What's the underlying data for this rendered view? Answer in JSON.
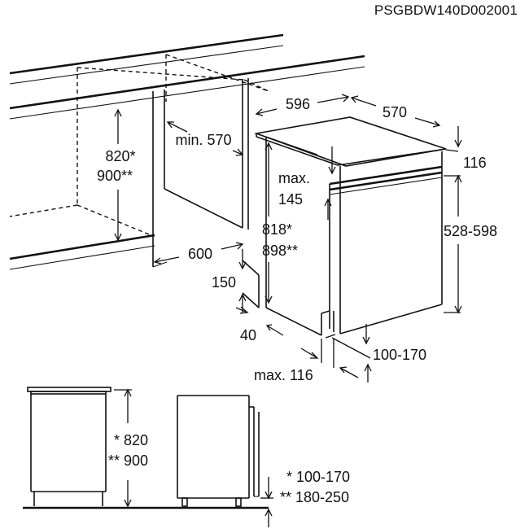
{
  "diagram_code": "PSGBDW140D002001",
  "dimensions": {
    "niche_height": [
      "820*",
      "900**"
    ],
    "niche_min_depth": "min. 570",
    "niche_width": "600",
    "appliance_width": "596",
    "appliance_depth": "570",
    "worktop_gap": "116",
    "max_label": "max.",
    "max_value": "145",
    "appliance_height": [
      "818*",
      "898**"
    ],
    "panel_height": "528-598",
    "plinth_height": "150",
    "plinth_depth": "40",
    "plinth_adjust": "100-170",
    "max_plinth": "max. 116"
  },
  "side_view": {
    "height": [
      "* 820",
      "** 900"
    ],
    "feet": [
      "* 100-170",
      "** 180-250"
    ]
  }
}
